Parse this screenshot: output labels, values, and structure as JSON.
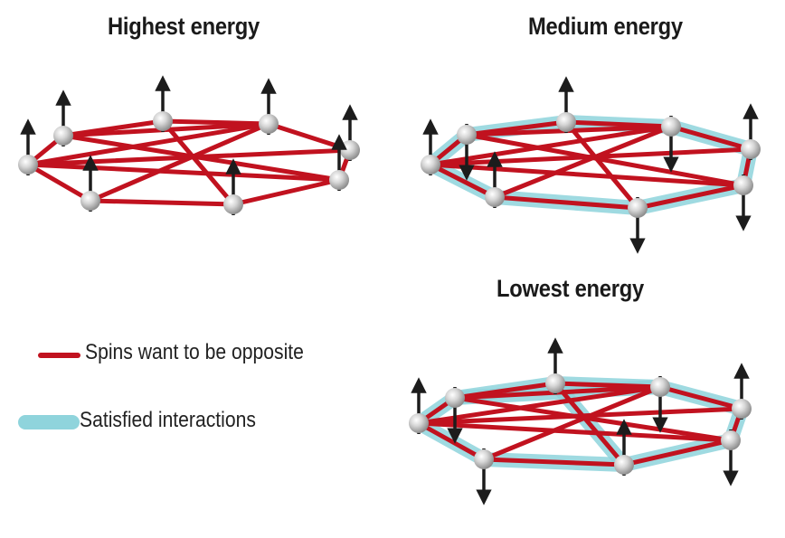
{
  "titles": {
    "highest": "Highest energy",
    "medium": "Medium energy",
    "lowest": "Lowest energy"
  },
  "legend": {
    "opposite_label": "Spins want to be opposite",
    "satisfied_label": "Satisfied interactions"
  },
  "colors": {
    "bond": "#c1121f",
    "satisfied_glow": "#8fd4dc",
    "arrow": "#1c1c1c",
    "node": "#c8c8c8"
  },
  "diagrams": [
    {
      "name": "highest-energy",
      "spins": [
        "up",
        "up",
        "up",
        "up",
        "up",
        "up",
        "up",
        "up"
      ],
      "satisfied_bonds": []
    },
    {
      "name": "medium-energy",
      "spins": [
        "up",
        "down",
        "up",
        "down",
        "up",
        "down",
        "down",
        "up"
      ],
      "satisfied_bonds": [
        [
          0,
          1
        ],
        [
          1,
          2
        ],
        [
          2,
          3
        ],
        [
          3,
          4
        ],
        [
          4,
          5
        ],
        [
          5,
          6
        ],
        [
          6,
          7
        ],
        [
          7,
          0
        ]
      ]
    },
    {
      "name": "lowest-energy",
      "spins": [
        "up",
        "down",
        "up",
        "down",
        "up",
        "down",
        "up",
        "down"
      ],
      "satisfied_bonds": [
        [
          0,
          1
        ],
        [
          1,
          2
        ],
        [
          2,
          3
        ],
        [
          3,
          4
        ],
        [
          4,
          5
        ],
        [
          5,
          6
        ],
        [
          6,
          7
        ],
        [
          7,
          0
        ],
        [
          1,
          3
        ],
        [
          2,
          6
        ]
      ]
    }
  ]
}
